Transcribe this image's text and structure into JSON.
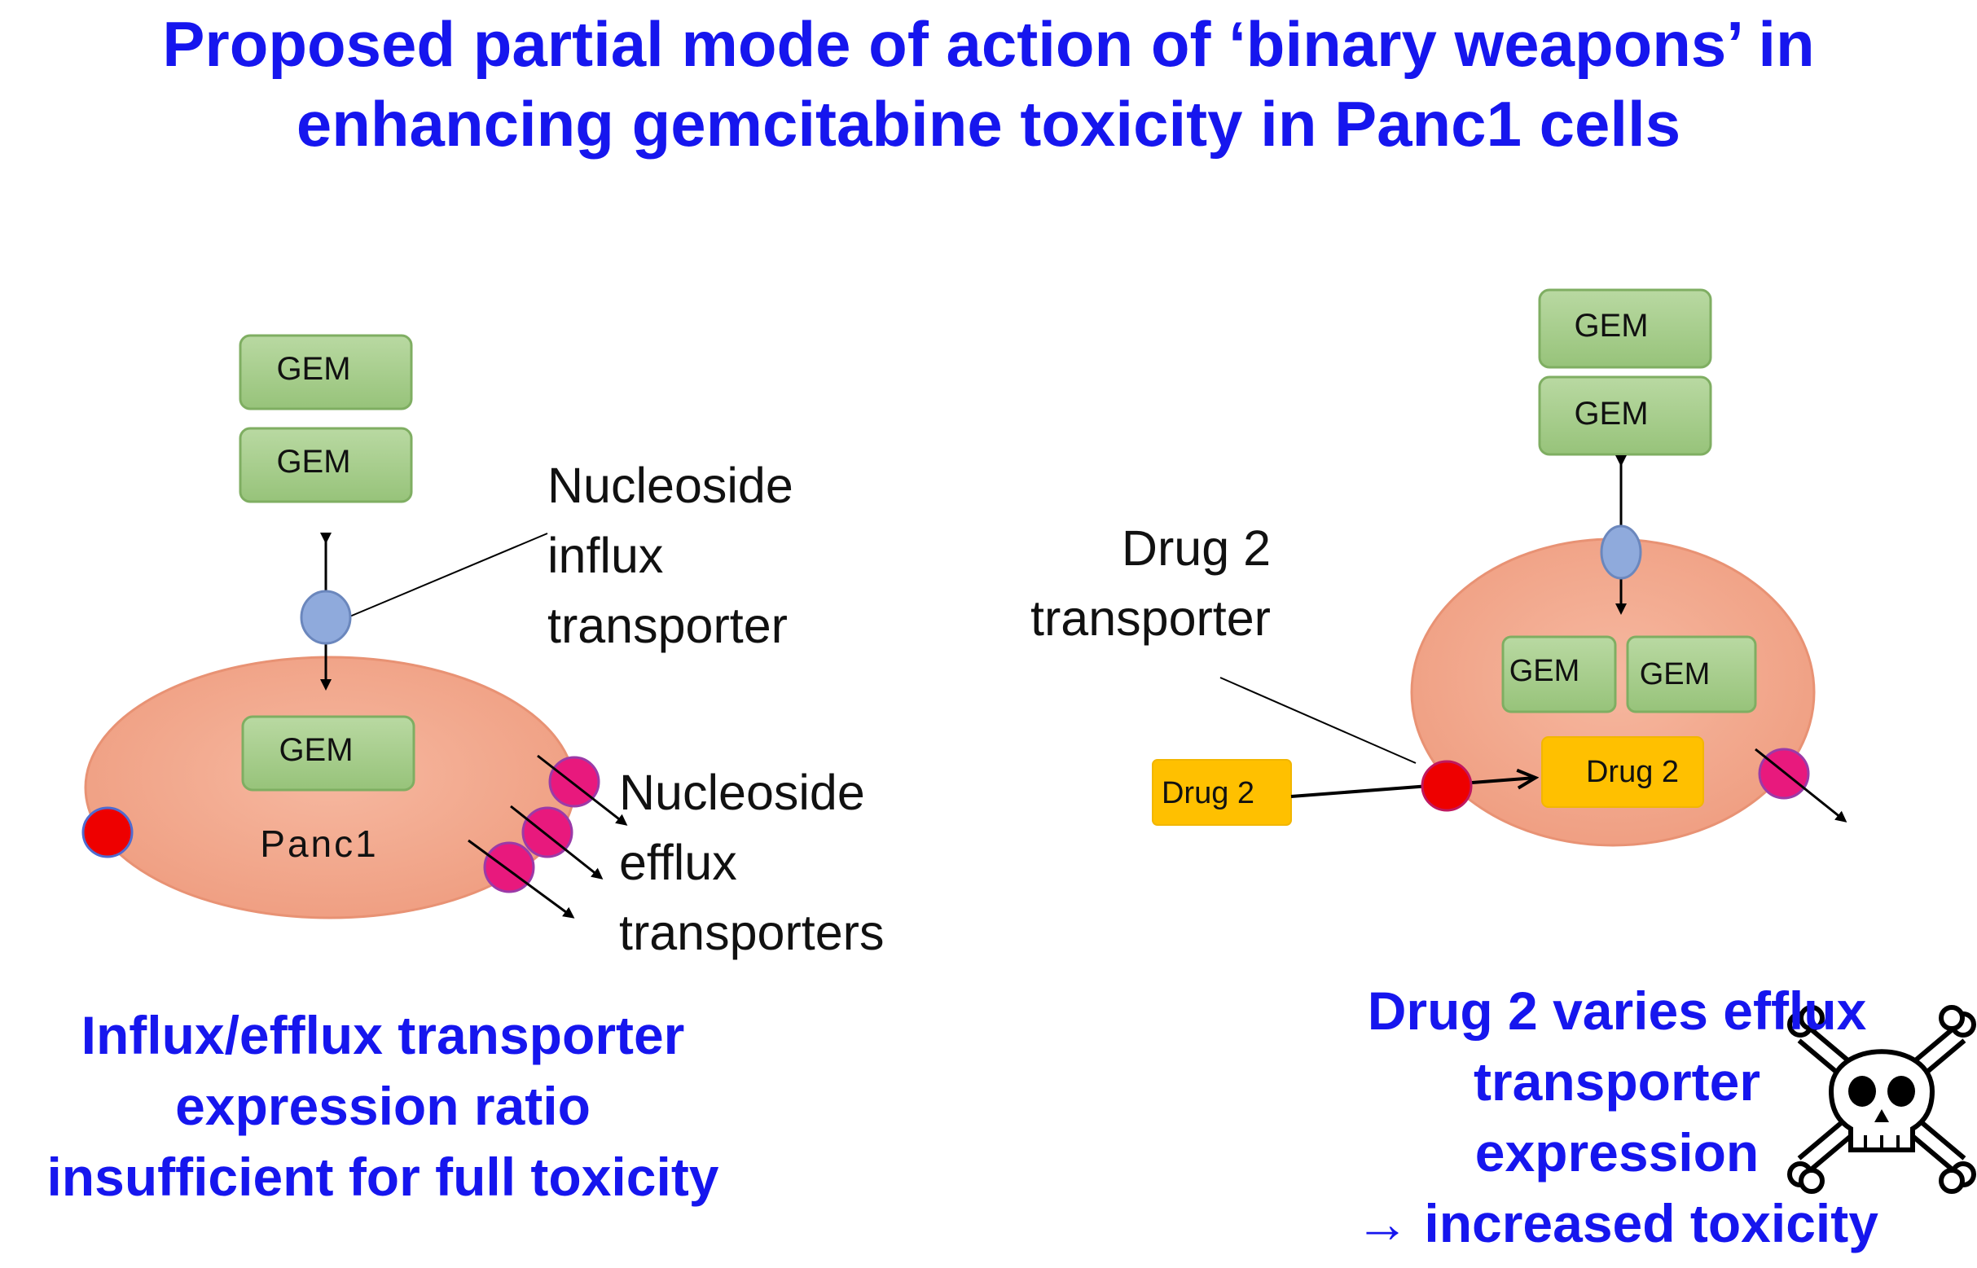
{
  "title": {
    "line1": "Proposed partial mode of action of ‘binary weapons’ in",
    "line2": "enhancing gemcitabine toxicity in Panc1 cells"
  },
  "left_panel": {
    "gem_outside_top": "GEM",
    "gem_outside_bottom": "GEM",
    "gem_inside": "GEM",
    "cell_label": "Panc1",
    "influx_label": [
      "Nucleoside",
      "influx",
      "transporter"
    ],
    "efflux_label": [
      "Nucleoside",
      "efflux",
      "transporters"
    ],
    "caption": [
      "Influx/efflux transporter",
      "expression ratio",
      "insufficient for full toxicity"
    ]
  },
  "right_panel": {
    "gem_outside_top": "GEM",
    "gem_outside_bottom": "GEM",
    "gem_inside_left": "GEM",
    "gem_inside_right": "GEM",
    "drug2_outside": "Drug 2",
    "drug2_inside": "Drug 2",
    "drug2_transporter_label": [
      "Drug 2",
      "transporter"
    ],
    "caption": [
      "Drug 2 varies efflux",
      "transporter",
      "expression",
      "→ increased toxicity"
    ]
  },
  "colors": {
    "title_blue": "#1616ee",
    "cell_fill": "#f2a58a",
    "gem_fill": "#a8d08d",
    "drug2_fill": "#ffc000",
    "influx_transporter": "#8faadc",
    "efflux_transporter": "#e8197d",
    "drug2_transporter": "#ee0000"
  },
  "icons": {
    "skull": "skull-crossbones-icon"
  }
}
